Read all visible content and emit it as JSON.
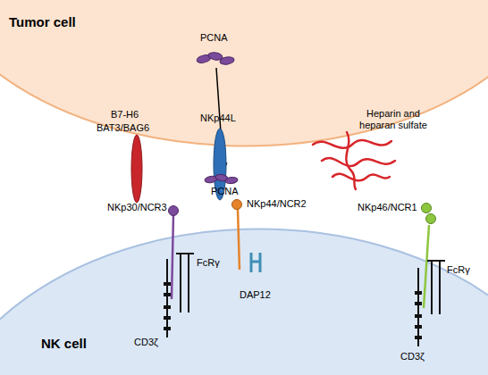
{
  "diagram": {
    "nodes": [
      {
        "text": [
          "Tumor cell"
        ]
      },
      {
        "text": [
          "NK cell"
        ]
      }
    ],
    "labels": [
      "PCNA",
      "B7-H6",
      "BAT3/BAG6",
      "NKp44L",
      "PCNA",
      "Heparin and heparan sulfate",
      "NKp30/NCR3",
      "NKp44/NCR2",
      "NKp46/NCR1",
      "FcRγ",
      "DAP12",
      "FcRγ",
      "CD3ζ",
      "CD3ζ"
    ]
  }
}
